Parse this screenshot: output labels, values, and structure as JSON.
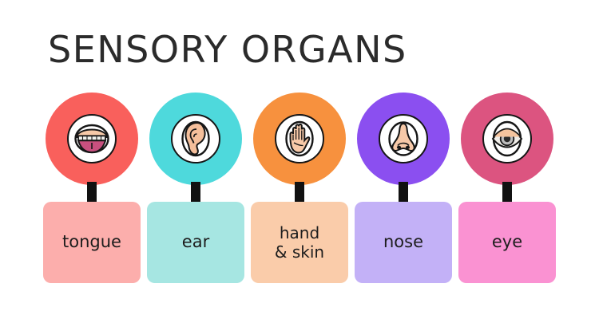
{
  "header": {
    "title": "SENSORY ORGANS",
    "title_color": "#2b2b2b"
  },
  "background_color": "#ffffff",
  "arrow_color": "#111111",
  "organs": [
    {
      "icon_name": "tongue-mouth-icon",
      "label": "tongue",
      "circle_color": "#F9605C",
      "box_color": "#FCAEAC",
      "label_color": "#1d1d1d"
    },
    {
      "icon_name": "ear-icon",
      "label": "ear",
      "circle_color": "#4ED9DC",
      "box_color": "#A6E6E2",
      "label_color": "#1d1d1d"
    },
    {
      "icon_name": "hand-palm-icon",
      "label": "hand\n& skin",
      "circle_color": "#F7913E",
      "box_color": "#FACCAA",
      "label_color": "#1d1d1d"
    },
    {
      "icon_name": "nose-icon",
      "label": "nose",
      "circle_color": "#8B4FF0",
      "box_color": "#C3B1F7",
      "label_color": "#1d1d1d"
    },
    {
      "icon_name": "eye-icon",
      "label": "eye",
      "circle_color": "#DC5480",
      "box_color": "#FA92D2",
      "label_color": "#1d1d1d"
    }
  ]
}
